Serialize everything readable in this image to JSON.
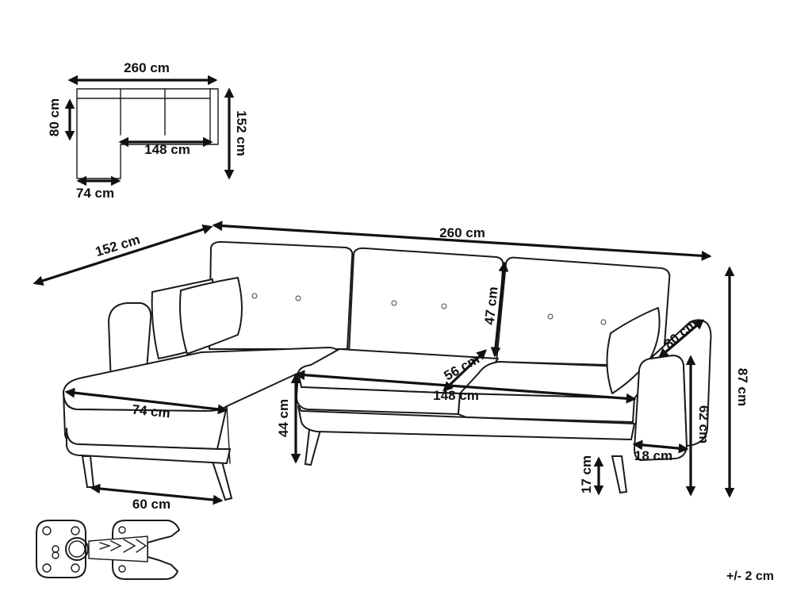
{
  "colors": {
    "line": "#1a1a1a",
    "background": "#ffffff"
  },
  "top_view": {
    "width": "260 cm",
    "seat_width": "148 cm",
    "depth_left": "80 cm",
    "depth_total": "152 cm",
    "chaise_width": "74 cm"
  },
  "main_view": {
    "depth": "152 cm",
    "width": "260 cm",
    "back_height": "47 cm",
    "seat_depth": "56 cm",
    "seat_width": "148 cm",
    "chaise_seat": "74 cm",
    "seat_height": "44 cm",
    "leg_span": "60 cm",
    "arm_depth": "80 cm",
    "arm_height": "62 cm",
    "arm_width": "18 cm",
    "leg_height": "17 cm",
    "total_height": "87 cm"
  },
  "tolerance": "+/- 2 cm",
  "icons": [
    "mounting-plate-icon",
    "corner-bracket-icon"
  ]
}
